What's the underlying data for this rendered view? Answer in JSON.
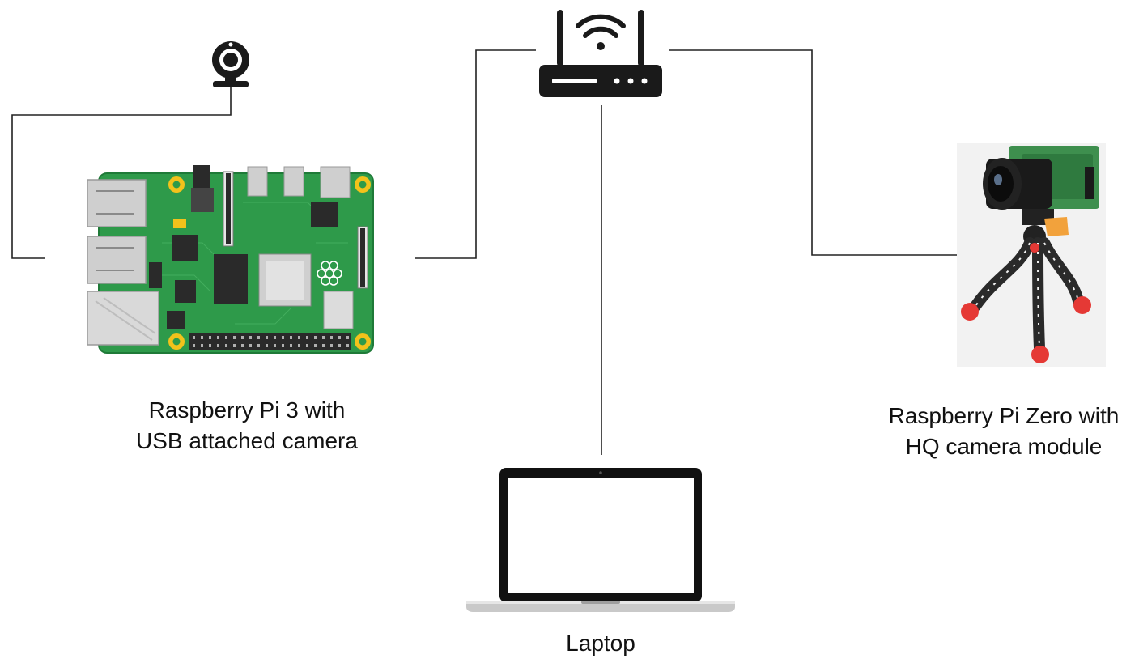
{
  "nodes": {
    "pi3": {
      "label_line1": "Raspberry Pi 3 with",
      "label_line2": "USB attached camera",
      "icon": "raspberry-pi-board-icon"
    },
    "webcam": {
      "icon": "webcam-icon"
    },
    "router": {
      "icon": "wifi-router-icon"
    },
    "pi_zero": {
      "label_line1": "Raspberry Pi Zero with",
      "label_line2": "HQ camera module",
      "icon": "camera-on-tripod-icon"
    },
    "laptop": {
      "label": "Laptop",
      "icon": "laptop-icon"
    }
  },
  "edges": [
    {
      "from": "webcam",
      "to": "pi3"
    },
    {
      "from": "pi3",
      "to": "router"
    },
    {
      "from": "router",
      "to": "pi_zero"
    },
    {
      "from": "router",
      "to": "laptop"
    }
  ],
  "colors": {
    "board_green": "#2e9a4a",
    "board_green_dark": "#1f7a38",
    "gold": "#f2c21b",
    "line": "#222222",
    "tripod_red": "#e53935"
  }
}
